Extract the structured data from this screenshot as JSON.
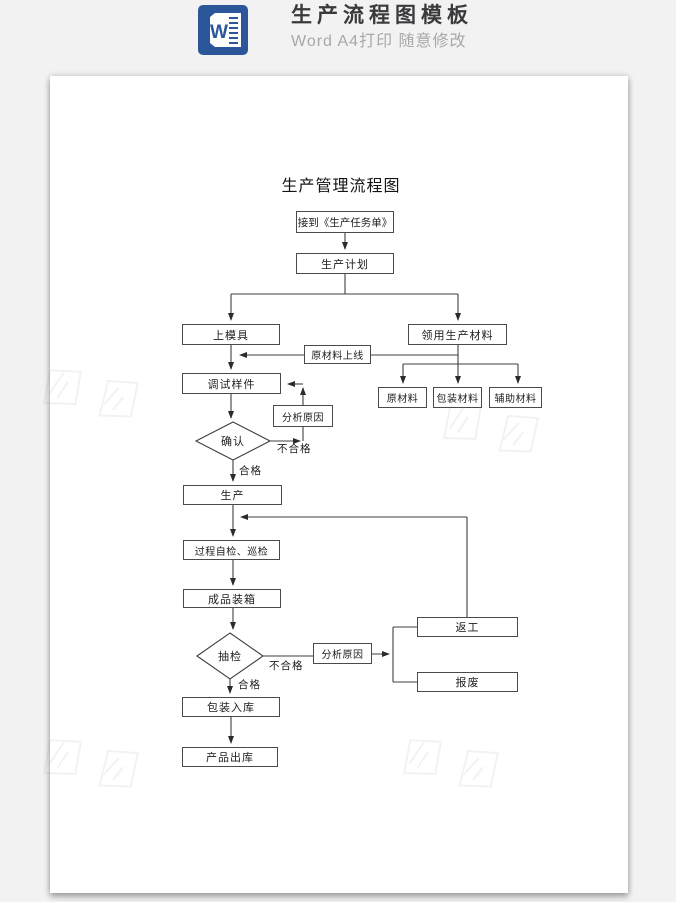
{
  "header": {
    "icon": "word-doc-icon",
    "icon_letter": "W",
    "title": "生产流程图模板",
    "subtitle": "Word A4打印 随意修改"
  },
  "flowchart": {
    "title": "生产管理流程图",
    "nodes": {
      "start": "接到《生产任务单》",
      "plan": "生产计划",
      "mount_mold": "上模具",
      "get_materials": "领用生产材料",
      "raw_material_online": "原材料上线",
      "debug_sample": "调试样件",
      "analyze_cause_1": "分析原因",
      "confirm": "确认",
      "produce": "生产",
      "process_inspection": "过程自检、巡检",
      "finished_packing": "成品装箱",
      "sampling_check": "抽检",
      "analyze_cause_2": "分析原因",
      "rework": "返工",
      "scrap": "报废",
      "packing_storage": "包装入库",
      "product_outbound": "产品出库",
      "raw_material": "原材料",
      "packing_material": "包装材料",
      "auxiliary_material": "辅助材料"
    },
    "labels": {
      "qualified": "合格",
      "unqualified": "不合格"
    }
  },
  "colors": {
    "word_blue": "#2b579a",
    "header_title": "#3a3a3d",
    "header_subtitle": "#a8a8a8",
    "flow_line": "#3f3f3f",
    "sheet_bg": "#ffffff",
    "app_bg": "#f2f2f3"
  }
}
